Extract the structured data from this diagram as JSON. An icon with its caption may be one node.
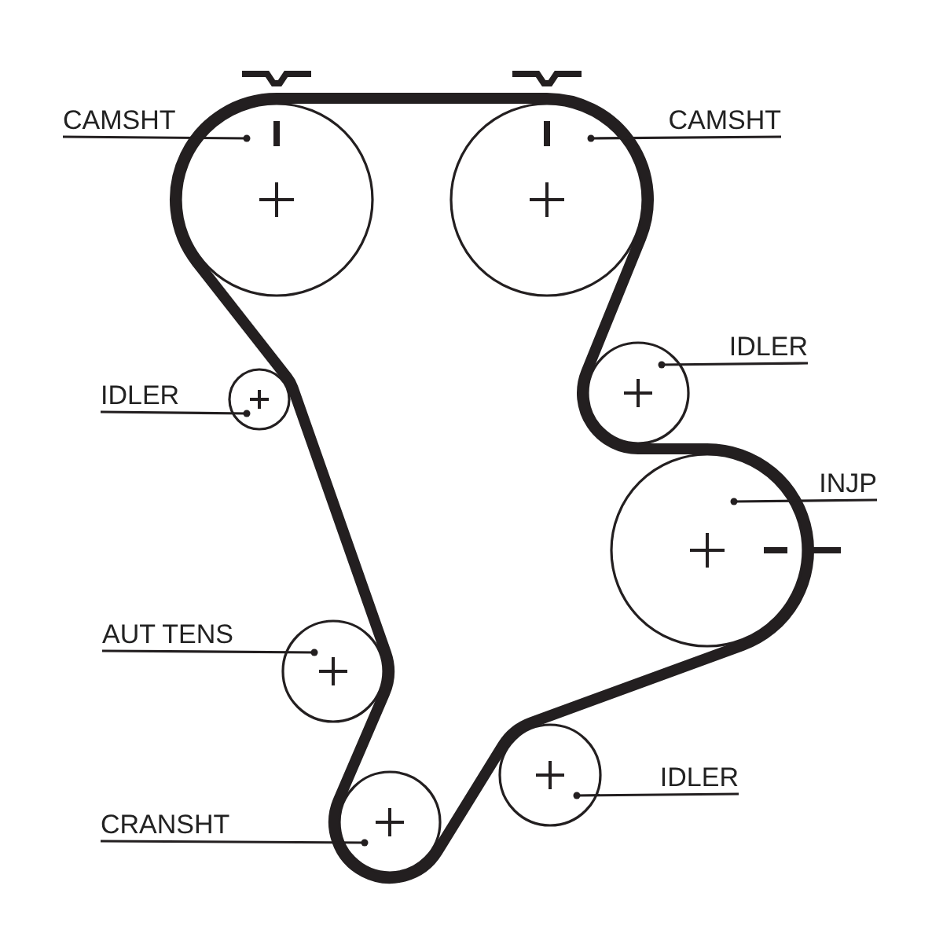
{
  "diagram": {
    "nodes": [
      {
        "text": [
          "CAMSHT"
        ]
      },
      {
        "text": [],
        "shape": "circle"
      },
      {
        "text": [
          "CAMSHT"
        ]
      },
      {
        "text": [],
        "shape": "circle"
      },
      {
        "text": [
          "IDLER"
        ]
      },
      {
        "text": [],
        "shape": "circle"
      },
      {
        "text": [
          "IDLER"
        ]
      },
      {
        "text": [],
        "shape": "circle"
      },
      {
        "text": [
          "INJP"
        ]
      },
      {
        "text": [],
        "shape": "circle"
      },
      {
        "text": [
          "AUT TENS"
        ]
      },
      {
        "text": [],
        "shape": "circle"
      },
      {
        "text": [
          "IDLER"
        ]
      },
      {
        "text": [],
        "shape": "circle"
      },
      {
        "text": [
          "CRANSHT"
        ]
      },
      {
        "text": [],
        "shape": "circle"
      }
    ],
    "edges": [
      {
        "from": 0,
        "to": 1,
        "arrow": "other"
      },
      {
        "from": 2,
        "to": 3,
        "arrow": "other"
      },
      {
        "from": 4,
        "to": 5,
        "arrow": "other"
      },
      {
        "from": 6,
        "to": 7,
        "arrow": "other"
      },
      {
        "from": 8,
        "to": 9,
        "arrow": "other"
      },
      {
        "from": 10,
        "to": 11,
        "arrow": "other"
      },
      {
        "from": 12,
        "to": 13,
        "arrow": "other"
      },
      {
        "from": 14,
        "to": 15,
        "arrow": "other"
      }
    ]
  }
}
